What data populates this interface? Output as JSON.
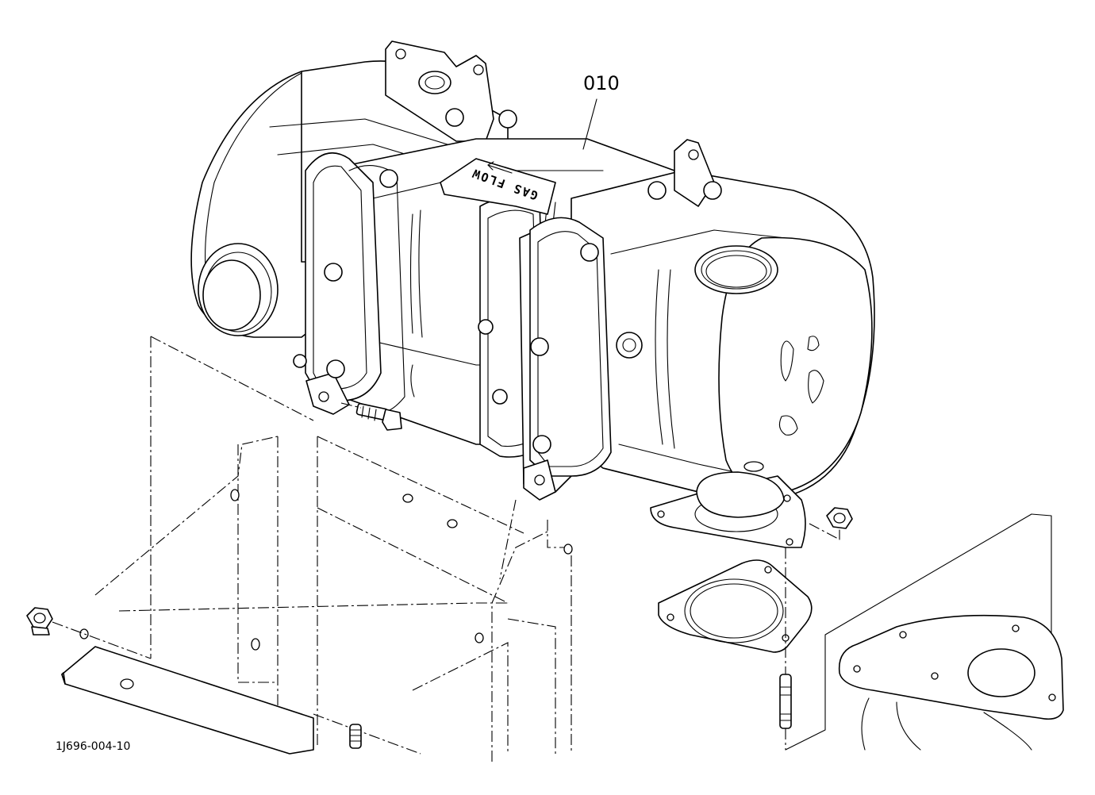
{
  "diagram": {
    "part_callout": "010",
    "drawing_code": "1J696-004-10",
    "stencil_text": "GAS FLOW"
  },
  "colors": {
    "line": "#000000",
    "background": "#ffffff"
  }
}
